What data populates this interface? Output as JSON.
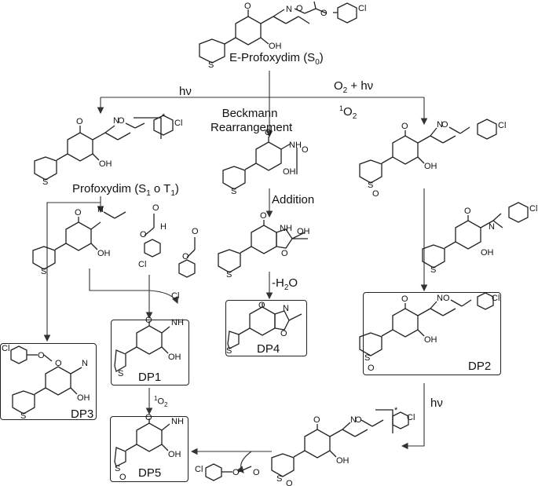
{
  "structures": {
    "s0": "E-Profoxydim (S",
    "s0_sub": "0",
    "s0_close": ")",
    "s1_t1": "Profoxydim (S",
    "s1_sub": "1",
    "s1_mid": " o T",
    "t1_sub": "1",
    "s1_close": ")"
  },
  "conditions": {
    "hv_left": "hν",
    "o2_hv": "O",
    "o2_hv_sub": "2",
    "o2_hv_rest": " + hν",
    "singlet_o2_sup": "1",
    "singlet_o2": "O",
    "singlet_o2_sub": "2",
    "beckmann_1": "Beckmann",
    "beckmann_2": "Rearrangement",
    "addition": "Addition",
    "minus_h2o": "-H",
    "minus_h2o_sub": "2",
    "minus_h2o_rest": "O",
    "hv_lower": "hν",
    "dp1_to_dp5_sup": "1",
    "dp1_to_dp5": "O",
    "dp1_to_dp5_sub": "2"
  },
  "products": {
    "dp1": "DP1",
    "dp2": "DP2",
    "dp3": "DP3",
    "dp4": "DP4",
    "dp5": "DP5"
  },
  "atoms": {
    "O": "O",
    "OH": "OH",
    "N": "N",
    "NH": "NH",
    "S": "S",
    "Cl": "Cl",
    "H": "H",
    "star": "*"
  }
}
